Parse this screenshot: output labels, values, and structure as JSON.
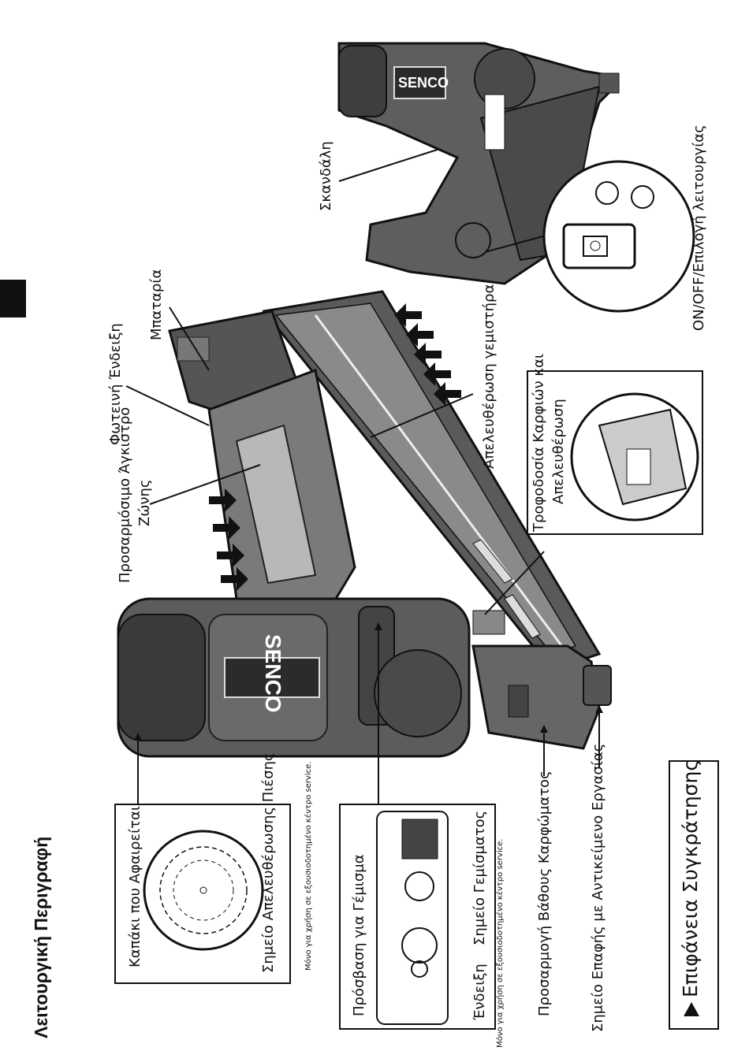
{
  "page": {
    "title": "Λειτουργική Περιγραφή",
    "brand": "SENCO",
    "legend": "Επιφάνεια Συγκράτησης"
  },
  "labels": {
    "cap": "Καπάκι που Αφαιρείται",
    "pressure_release": "Σημείο Απελευθέρωσης Πιέσης",
    "service_note_1": "Μόνο για χρήση σε εξουσιοδοτημένο κέντρο service.",
    "fill_access": "Πρόσβαση για Γέμισμα",
    "indicator": "Ένδειξη",
    "fill_point": "Σημείο Γεμίσματος",
    "service_note_2": "Μόνο για χρήση σε εξουσιοδοτημένο κέντρο service.",
    "depth_adjust": "Προσαρμογή Βάθους Καρφώματος",
    "work_contact": "Σημείο Επαφής με Αντικείμενο Εργασίας",
    "belt_hook_1": "Προσαρμόσιμο Άγκιστρο",
    "belt_hook_2": "Ζώνης",
    "light": "Φωτεινή Ένδειξη",
    "battery": "Μπαταρία",
    "magazine_release": "Απελευθέρωση γεμιστήρα",
    "nail_feed_1": "Τροφοδοσία Καρφιών και",
    "nail_feed_2": "Απελευθέρωση",
    "trigger": "Σκανδάλη",
    "on_off": "ON/OFF/Επιλογή λειτουργίας"
  },
  "icons": [
    "arrow-right-icon",
    "arrow-left-icon"
  ]
}
